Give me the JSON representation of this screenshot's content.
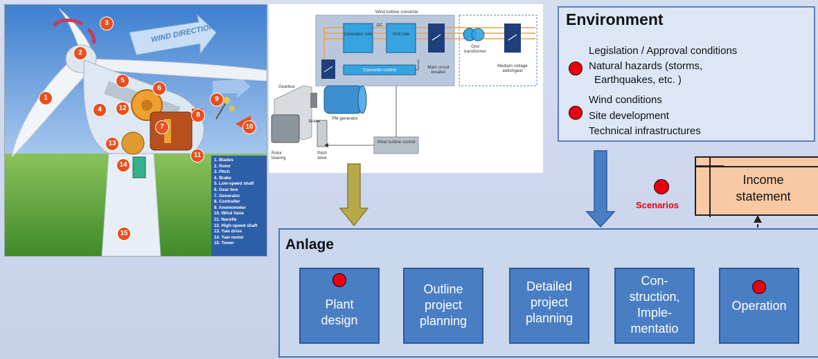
{
  "turbine": {
    "legend": [
      "1. Blades",
      "2. Rotor",
      "3. Pitch",
      "4. Brake",
      "5. Low-speed shaft",
      "6. Gear box",
      "7. Generator",
      "8. Controller",
      "9. Anemometer",
      "10. Wind Vane",
      "11. Nacelle",
      "12. High-speed shaft",
      "13. Yaw drive",
      "14. Yaw motor",
      "15. Tower"
    ],
    "wind_direction": "WIND DIRECTION",
    "numbers": [
      "1",
      "2",
      "3",
      "4",
      "5",
      "6",
      "7",
      "8",
      "9",
      "10",
      "11",
      "12",
      "13",
      "14",
      "15"
    ]
  },
  "converter": {
    "title": "Wind turbine converter",
    "generator_side": "Generator side",
    "dc": "DC",
    "grid_side": "Grid side",
    "converter_control": "Converter control",
    "main_circuit_breaker": "Main circuit breaker",
    "grid_transformer": "Grid transformer",
    "mv_switchgear": "Medium voltage switchgear",
    "gearbox": "Gearbox",
    "brake": "Brake",
    "pm_generator": "PM generator",
    "rotor_bearing": "Rotor bearing",
    "pitch_drive": "Pitch drive",
    "wt_control": "Wind turbine control"
  },
  "environment": {
    "title": "Environment",
    "group1": [
      "Legislation / Approval  conditions",
      "Natural hazards (storms,",
      "Earthquakes, etc. )"
    ],
    "group2": [
      "Wind conditions",
      "Site development",
      "Technical infrastructures"
    ]
  },
  "income": {
    "line1": "Income",
    "line2": "statement"
  },
  "scenarios": "Scenarios",
  "anlage": {
    "title": "Anlage",
    "steps": [
      {
        "lines": [
          "Plant",
          "design"
        ]
      },
      {
        "lines": [
          "Outline",
          "project",
          "planning"
        ]
      },
      {
        "lines": [
          "Detailed",
          "project",
          "planning"
        ]
      },
      {
        "lines": [
          "Con-",
          "struction,",
          "Imple-",
          "mentatio"
        ]
      },
      {
        "lines": [
          "Operation"
        ]
      }
    ]
  },
  "colors": {
    "step_fill": "#4a7ec4",
    "marker": "#e8000f",
    "income_fill": "#f9c9a4",
    "panel": "#c9d7ef"
  }
}
